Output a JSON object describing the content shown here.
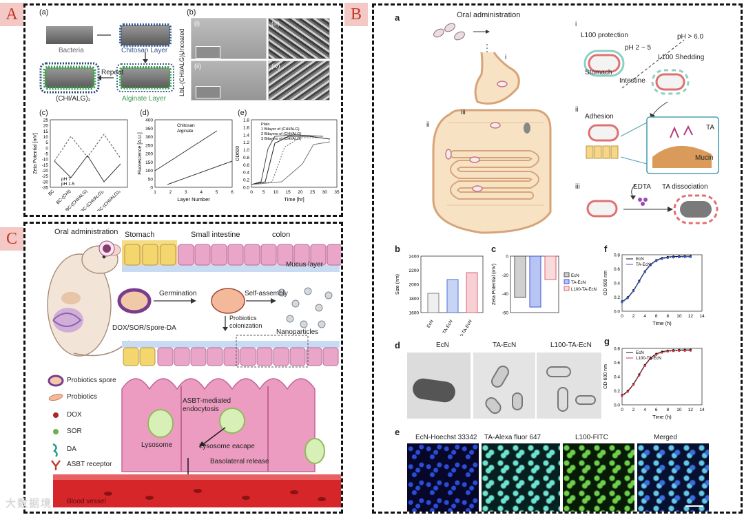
{
  "badges": {
    "a": "A",
    "b": "B",
    "c": "C"
  },
  "panelA": {
    "sub_a": "(a)",
    "sub_b": "(b)",
    "sub_c": "(c)",
    "sub_d": "(d)",
    "sub_e": "(e)",
    "bacteria": "Bacteria",
    "chitosan": "Chitosan Layer",
    "alginate": "Alginate Layer",
    "repeat": "Repeat",
    "chialg": "(CHI/ALG)₂",
    "uncoated": "Uncoated",
    "lbl_coated": "LbL-(CHI/ALG)₃",
    "em_i": "(i)",
    "em_ii": "(ii)",
    "em_iii": "(iii)",
    "em_iv": "(iv)",
    "chart_c": {
      "ylabel": "Zeta Potential [mV]",
      "ticks": [
        "25",
        "20",
        "15",
        "10",
        "5",
        "0",
        "-5",
        "-10",
        "-15",
        "-20",
        "-25",
        "-30",
        "-35"
      ],
      "cats": [
        "BC",
        "BC-(CHI)",
        "BC-(CHI/ALG)",
        "BC-(CHI/ALG)₂",
        "BC-(CHI/ALG)₃"
      ],
      "legend1": "pH 7",
      "legend2": "pH 1.5"
    },
    "chart_d": {
      "ylabel": "Fluorescence [A.U.]",
      "xlabel": "Layer Number",
      "ticks": [
        "400",
        "350",
        "300",
        "250",
        "200",
        "150",
        "100",
        "50",
        "0"
      ],
      "xticks": [
        "1",
        "2",
        "3",
        "4",
        "5",
        "6"
      ],
      "legend1": "Chitosan",
      "legend2": "Alginate"
    },
    "chart_e": {
      "ylabel": "OD600",
      "xlabel": "Time [hr]",
      "ticks": [
        "1.8",
        "1.6",
        "1.4",
        "1.2",
        "1.0",
        "0.8",
        "0.6",
        "0.4",
        "0.2",
        "0.0"
      ],
      "xticks": [
        "0",
        "5",
        "10",
        "15",
        "20",
        "25",
        "30",
        "35"
      ],
      "legend": [
        "Plain",
        "1 Bilayer of (CHI/ALG)",
        "2 Bilayers of (CHI/ALG)",
        "3 Bilayers of (CHI/ALG)"
      ]
    }
  },
  "panelB": {
    "sub_a": "a",
    "sub_b": "b",
    "sub_c": "c",
    "sub_d": "d",
    "sub_e": "e",
    "sub_f": "f",
    "sub_g": "g",
    "oral": "Oral administration",
    "i": "i",
    "ii": "ii",
    "iii": "iii",
    "gut_i": "i",
    "gut_ii": "ii",
    "gut_iii": "iii",
    "l100_protection": "L100 protection",
    "ph_low": "pH 2 ~ 5",
    "ph_high": "pH > 6.0",
    "l100_shedding": "L100 Shedding",
    "stomach": "Stomach",
    "intestine": "Intestine",
    "adhesion": "Adhesion",
    "ta": "TA",
    "mucin": "Mucin",
    "edta": "EDTA",
    "ta_dissociation": "TA dissociation",
    "chart_b": {
      "ylabel": "Size (nm)",
      "ticks": [
        "2400",
        "2200",
        "2000",
        "1800",
        "1600"
      ],
      "cats": [
        "EcN",
        "TA-EcN",
        "L100-TA-EcN"
      ]
    },
    "chart_c": {
      "ylabel": "Zeta Potential (mV)",
      "ticks": [
        "0",
        "-20",
        "-40",
        "-60"
      ],
      "legend": [
        "EcN",
        "TA-EcN",
        "L100-TA-EcN"
      ]
    },
    "chart_f": {
      "ylabel": "OD 600 nm",
      "xlabel": "Time (h)",
      "ticks": [
        "0.8",
        "0.6",
        "0.4",
        "0.2",
        "0.0"
      ],
      "xticks": [
        "0",
        "2",
        "4",
        "6",
        "8",
        "10",
        "12",
        "14"
      ],
      "legend": [
        "EcN",
        "TA-EcN"
      ]
    },
    "chart_g": {
      "ylabel": "OD 600 nm",
      "xlabel": "Time (h)",
      "ticks": [
        "0.8",
        "0.6",
        "0.4",
        "0.2",
        "0.0"
      ],
      "xticks": [
        "0",
        "2",
        "4",
        "6",
        "8",
        "10",
        "12",
        "14"
      ],
      "legend": [
        "EcN",
        "L100-TA-EcN"
      ]
    },
    "tem": [
      "EcN",
      "TA-EcN",
      "L100-TA-EcN"
    ],
    "fluor": [
      "EcN-Hoechst 33342",
      "TA-Alexa fluor 647",
      "L100-FITC",
      "Merged"
    ]
  },
  "panelC": {
    "oral": "Oral administration",
    "stomach": "Stomach",
    "small_intestine": "Small intestine",
    "colon": "colon",
    "mucus": "Mucus layer",
    "germination": "Germination",
    "self_assembly": "Self-assembly",
    "probiotics_colonization": "Probiotics\ncolonization",
    "nanoparticles": "Nanoparticles",
    "dox_sor": "DOX/SOR/Spore-DA",
    "legend": [
      "Probiotics spore",
      "Probiotics",
      "DOX",
      "SOR",
      "DA",
      "ASBT receptor"
    ],
    "asbt": "ASBT-mediated\nendocytosis",
    "lysosome": "Lysosome",
    "lysosome_escape": "Lysosome eacape",
    "basolateral": "Basolateral release",
    "vessel": "Blood vessel"
  },
  "watermark": "大数据境"
}
